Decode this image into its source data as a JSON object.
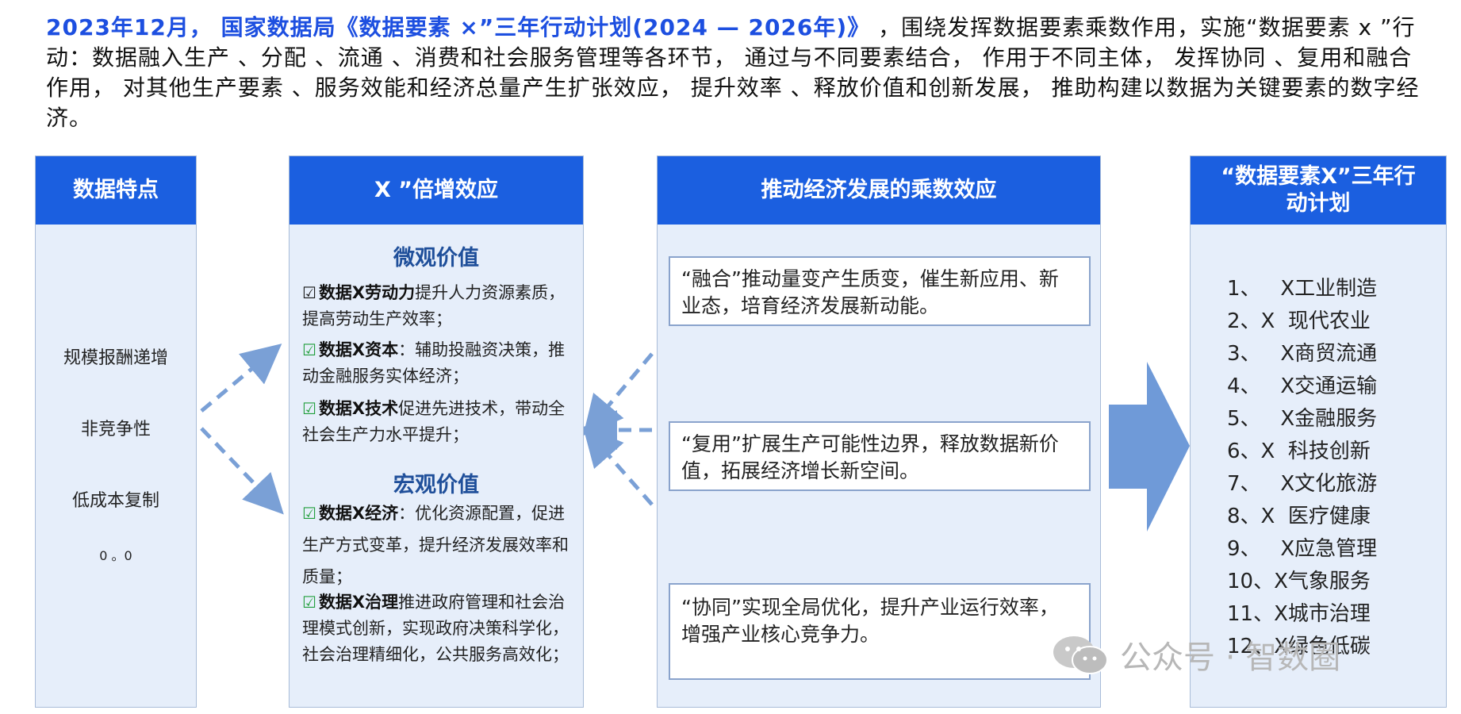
{
  "intro": {
    "highlight": "2023年12月， 国家数据局《数据要素 ×”三年行动计划(2024 — 2026年)》",
    "body": " ，围绕发挥数据要素乘数作用，实施“数据要素 x ”行动：数据融入生产 、分配 、流通 、消费和社会服务管理等各环节， 通过与不同要素结合， 作用于不同主体， 发挥协同 、复用和融合作用， 对其他生产要素 、服务效能和经济总量产生扩张效应， 提升效率 、释放价值和创新发展， 推助构建以数据为关键要素的数字经济。"
  },
  "features": {
    "title": "数据特点",
    "items": [
      "规模报酬递增",
      "非竞争性",
      "低成本复制",
      "0 。0"
    ]
  },
  "multiplier": {
    "title": "X ”倍增效应",
    "micro": {
      "title": "微观价值",
      "items": [
        {
          "bold": "数据X劳动力",
          "text": "提升人力资源素质，提高劳动生产效率；"
        },
        {
          "bold": "数据X资本",
          "text": "：辅助投融资决策，推动金融服务实体经济；"
        },
        {
          "bold": "数据X技术",
          "text": "促进先进技术，带动全社会生产力水平提升；"
        }
      ]
    },
    "macro": {
      "title": "宏观价值",
      "items": [
        {
          "bold": "数据X经济",
          "text": "：优化资源配置，促进生产方式变革，提升经济发展效率和质量；"
        },
        {
          "bold": "数据X治理",
          "text": "推进政府管理和社会治理模式创新，实现政府决策科学化，社会治理精细化，公共服务高效化；"
        }
      ]
    }
  },
  "economy": {
    "title": "推动经济发展的乘数效应",
    "effects": [
      "“融合”推动量变产生质变，催生新应用、新业态，培育经济发展新动能。",
      "“复用”扩展生产可能性边界，释放数据新价值，拓展经济增长新空间。",
      "“协同”实现全局优化，提升产业运行效率，增强产业核心竞争力。"
    ]
  },
  "plan": {
    "title": "“数据要素X”三年行动计划",
    "items": [
      "1、   X工业制造",
      "2、X  现代农业",
      "3、   X商贸流通",
      "4、   X交通运输",
      "5、   X金融服务",
      "6、X  科技创新",
      "7、   X文化旅游",
      "8、X  医疗健康",
      "9、   X应急管理",
      "10、X气象服务",
      "11、X城市治理",
      "12、X绿色低碳"
    ]
  },
  "watermark": "公众号 · 智数圈",
  "colors": {
    "header_blue": "#1b5fe0",
    "panel_bg": "#e6eefa",
    "intro_highlight": "#1d4fe0",
    "arrow_blue": "#6f9ad8",
    "check_green": "#1f9e3a"
  }
}
